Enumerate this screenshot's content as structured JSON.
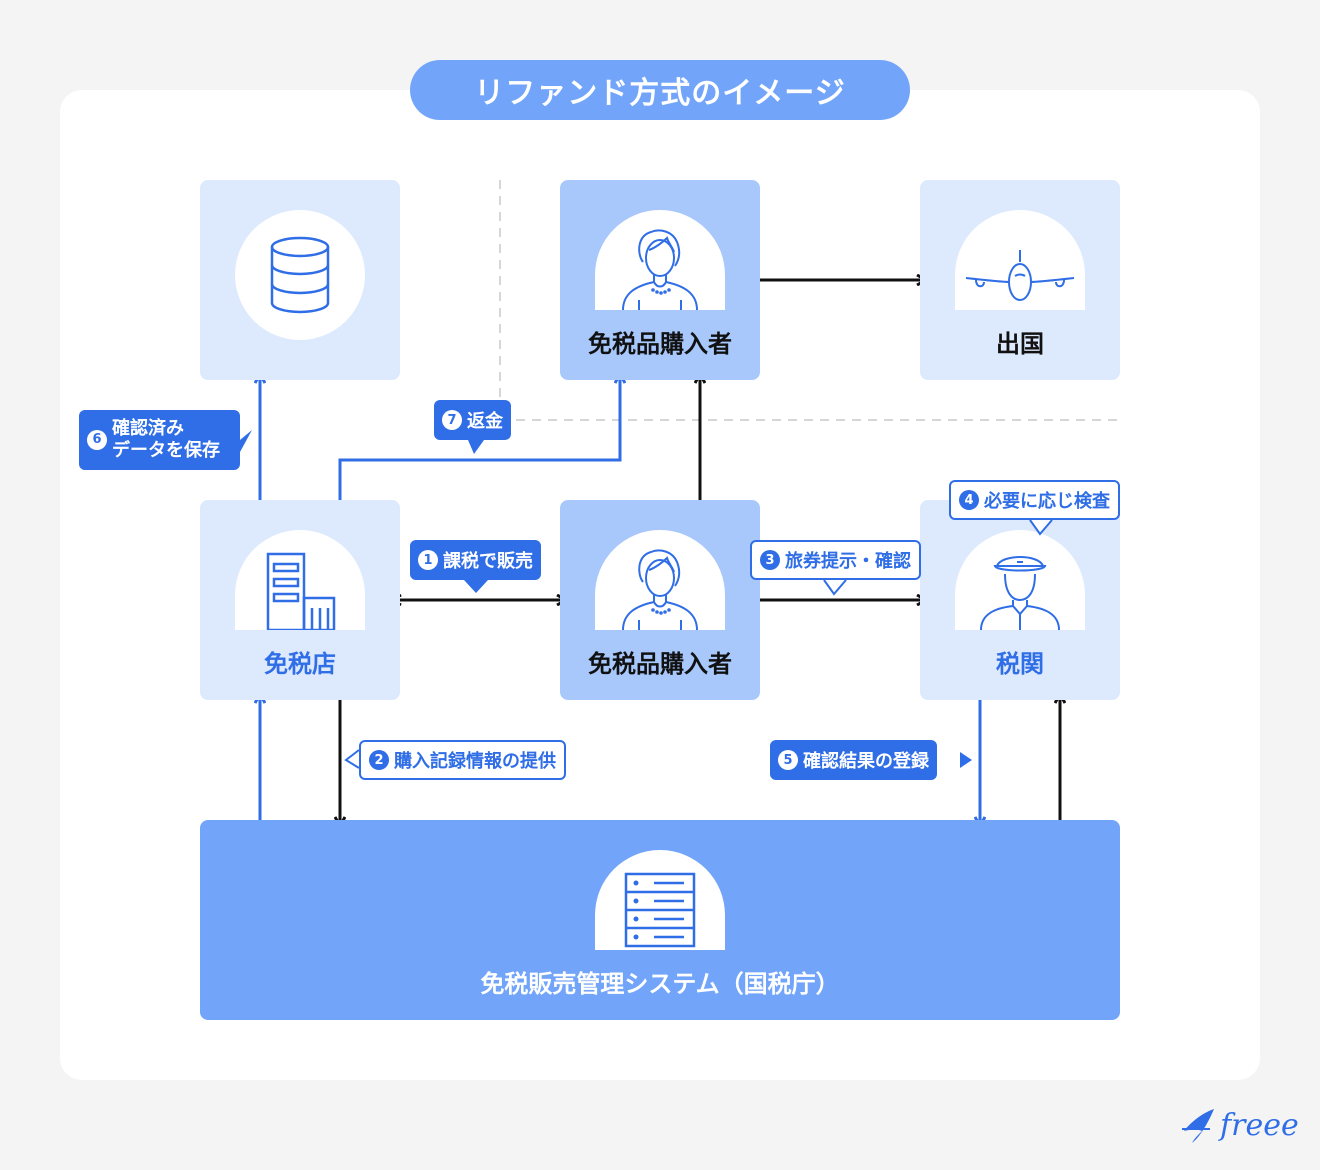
{
  "title": "リファンド方式のイメージ",
  "nodes": {
    "database": {
      "label": ""
    },
    "buyer_top": {
      "label": "免税品購入者"
    },
    "departure": {
      "label": "出国"
    },
    "store": {
      "label": "免税店"
    },
    "buyer_mid": {
      "label": "免税品購入者"
    },
    "customs": {
      "label": "税関"
    },
    "system": {
      "label": "免税販売管理システム（国税庁）"
    }
  },
  "steps": {
    "s1": {
      "num": "1",
      "label": "課税で販売"
    },
    "s2": {
      "num": "2",
      "label": "購入記録情報の提供"
    },
    "s3": {
      "num": "3",
      "label": "旅券提示・確認"
    },
    "s4": {
      "num": "4",
      "label": "必要に応じ検査"
    },
    "s5": {
      "num": "5",
      "label": "確認結果の登録"
    },
    "s6": {
      "num": "6",
      "label_line1": "確認済み",
      "label_line2": "データを保存"
    },
    "s7": {
      "num": "7",
      "label": "返金"
    }
  },
  "logo": {
    "text": "freee"
  },
  "colors": {
    "accent": "#2f6ee6",
    "title_bg": "#72a5fa",
    "node_light": "#dde9fd",
    "node_mid": "#a8c8fc",
    "system_bg": "#72a5fa",
    "arrow_black": "#111111"
  }
}
